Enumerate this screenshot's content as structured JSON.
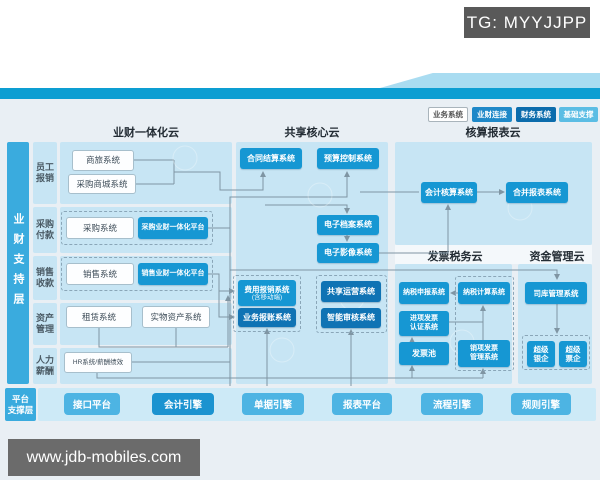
{
  "tg_label": "TG: MYYJJPP",
  "watermark": "www.jdb-mobiles.com",
  "colors": {
    "band_blue": "#0d9ed2",
    "primary_blue": "#1697d3",
    "dark_blue": "#0f73b4",
    "panel_blue": "#c7e5f4",
    "sidebar_blue": "#3aabde"
  },
  "legend": {
    "business": "业务系统",
    "connect": "业财连接",
    "finance": "财务系统",
    "base": "基础支撑"
  },
  "titles": {
    "col1": "业财一体化云",
    "col2": "共享核心云",
    "col3": "核算报表云",
    "tax": "发票税务云",
    "fund": "资金管理云"
  },
  "sidebar": {
    "support": "业财支持层",
    "platform_l1": "平台",
    "platform_l2": "支撑层"
  },
  "rows": {
    "r1a": "员工",
    "r1b": "报销",
    "r2a": "采购",
    "r2b": "付款",
    "r3a": "销售",
    "r3b": "收款",
    "r4a": "资产",
    "r4b": "管理",
    "r5a": "人力",
    "r5b": "薪酬"
  },
  "platform": {
    "p1": "接口平台",
    "p2": "会计引擎",
    "p3": "单据引擎",
    "p4": "报表平台",
    "p5": "流程引擎",
    "p6": "规则引擎"
  },
  "boxes": {
    "shanglv": "商旅系统",
    "caigou_mall": "采购商城系统",
    "caigou_sys": "采购系统",
    "caigou_pt": "采购业财一体化平台",
    "xiaoshou_sys": "销售系统",
    "xiaoshou_pt": "销售业财一体化平台",
    "zulin": "租赁系统",
    "shiwu": "实物资产系统",
    "hr": "HR系统/薪酬绩效",
    "hetong": "合同结算系统",
    "yusuan": "预算控制系统",
    "dangan": "电子档案系统",
    "yingxiang": "电子影像系统",
    "feiyong_l1": "费用报销系统",
    "feiyong_l2": "(含移动端)",
    "yewu": "业务报账系统",
    "gongxiang": "共享运营系统",
    "zhineng": "智能审核系统",
    "kuaiji": "会计核算系统",
    "hebing": "合并报表系统",
    "nashui_sb": "纳税申报系统",
    "nashui_js": "纳税计算系统",
    "jinxiang_l1": "进项发票",
    "jinxiang_l2": "认证系统",
    "fapiaochi": "发票池",
    "xiaoxiang_l1": "销项发票",
    "xiaoxiang_l2": "管理系统",
    "siku": "司库管理系统",
    "cj_yinqi_l1": "超级",
    "cj_yinqi_l2": "银企",
    "cj_piaoqi_l1": "超级",
    "cj_piaoqi_l2": "票企"
  }
}
